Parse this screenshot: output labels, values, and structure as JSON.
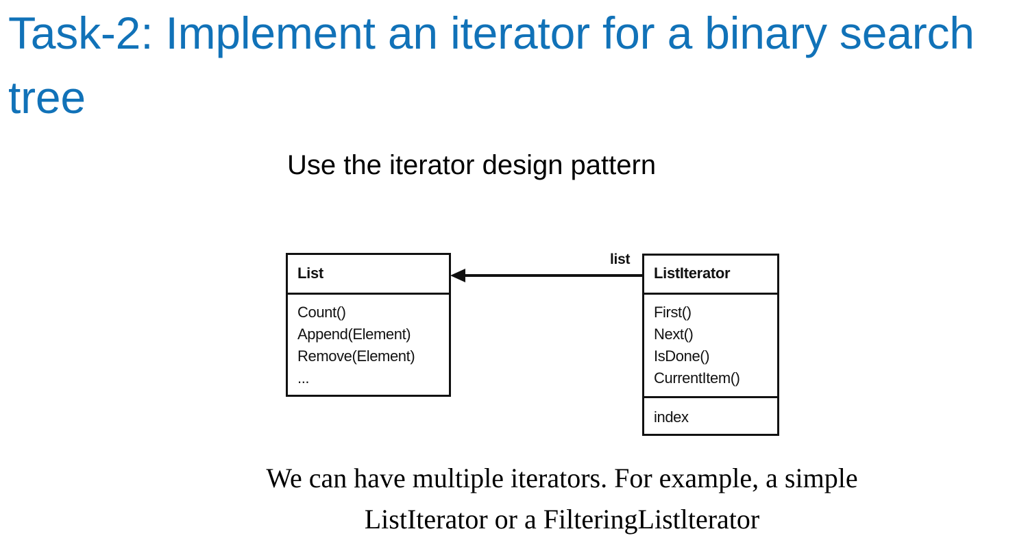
{
  "slide": {
    "title": "Task-2: Implement an iterator for a binary search tree",
    "title_color": "#1172B8",
    "subtitle": "Use the iterator design pattern",
    "background_color": "#ffffff"
  },
  "diagram": {
    "type": "uml-class-diagram",
    "line_color": "#111111",
    "classes": [
      {
        "id": "list",
        "name": "List",
        "members": [
          "Count()",
          "Append(Element)",
          "Remove(Element)",
          "..."
        ],
        "attributes": []
      },
      {
        "id": "listiterator",
        "name": "ListIterator",
        "members": [
          "First()",
          "Next()",
          "IsDone()",
          "CurrentItem()"
        ],
        "attributes": [
          "index"
        ]
      }
    ],
    "association": {
      "role_label": "list",
      "from": "ListIterator",
      "to": "List",
      "arrow": "open-left"
    }
  },
  "caption": {
    "line1": "We can have multiple iterators. For example, a simple",
    "line2": "ListIterator or  a FilteringListlterator"
  }
}
